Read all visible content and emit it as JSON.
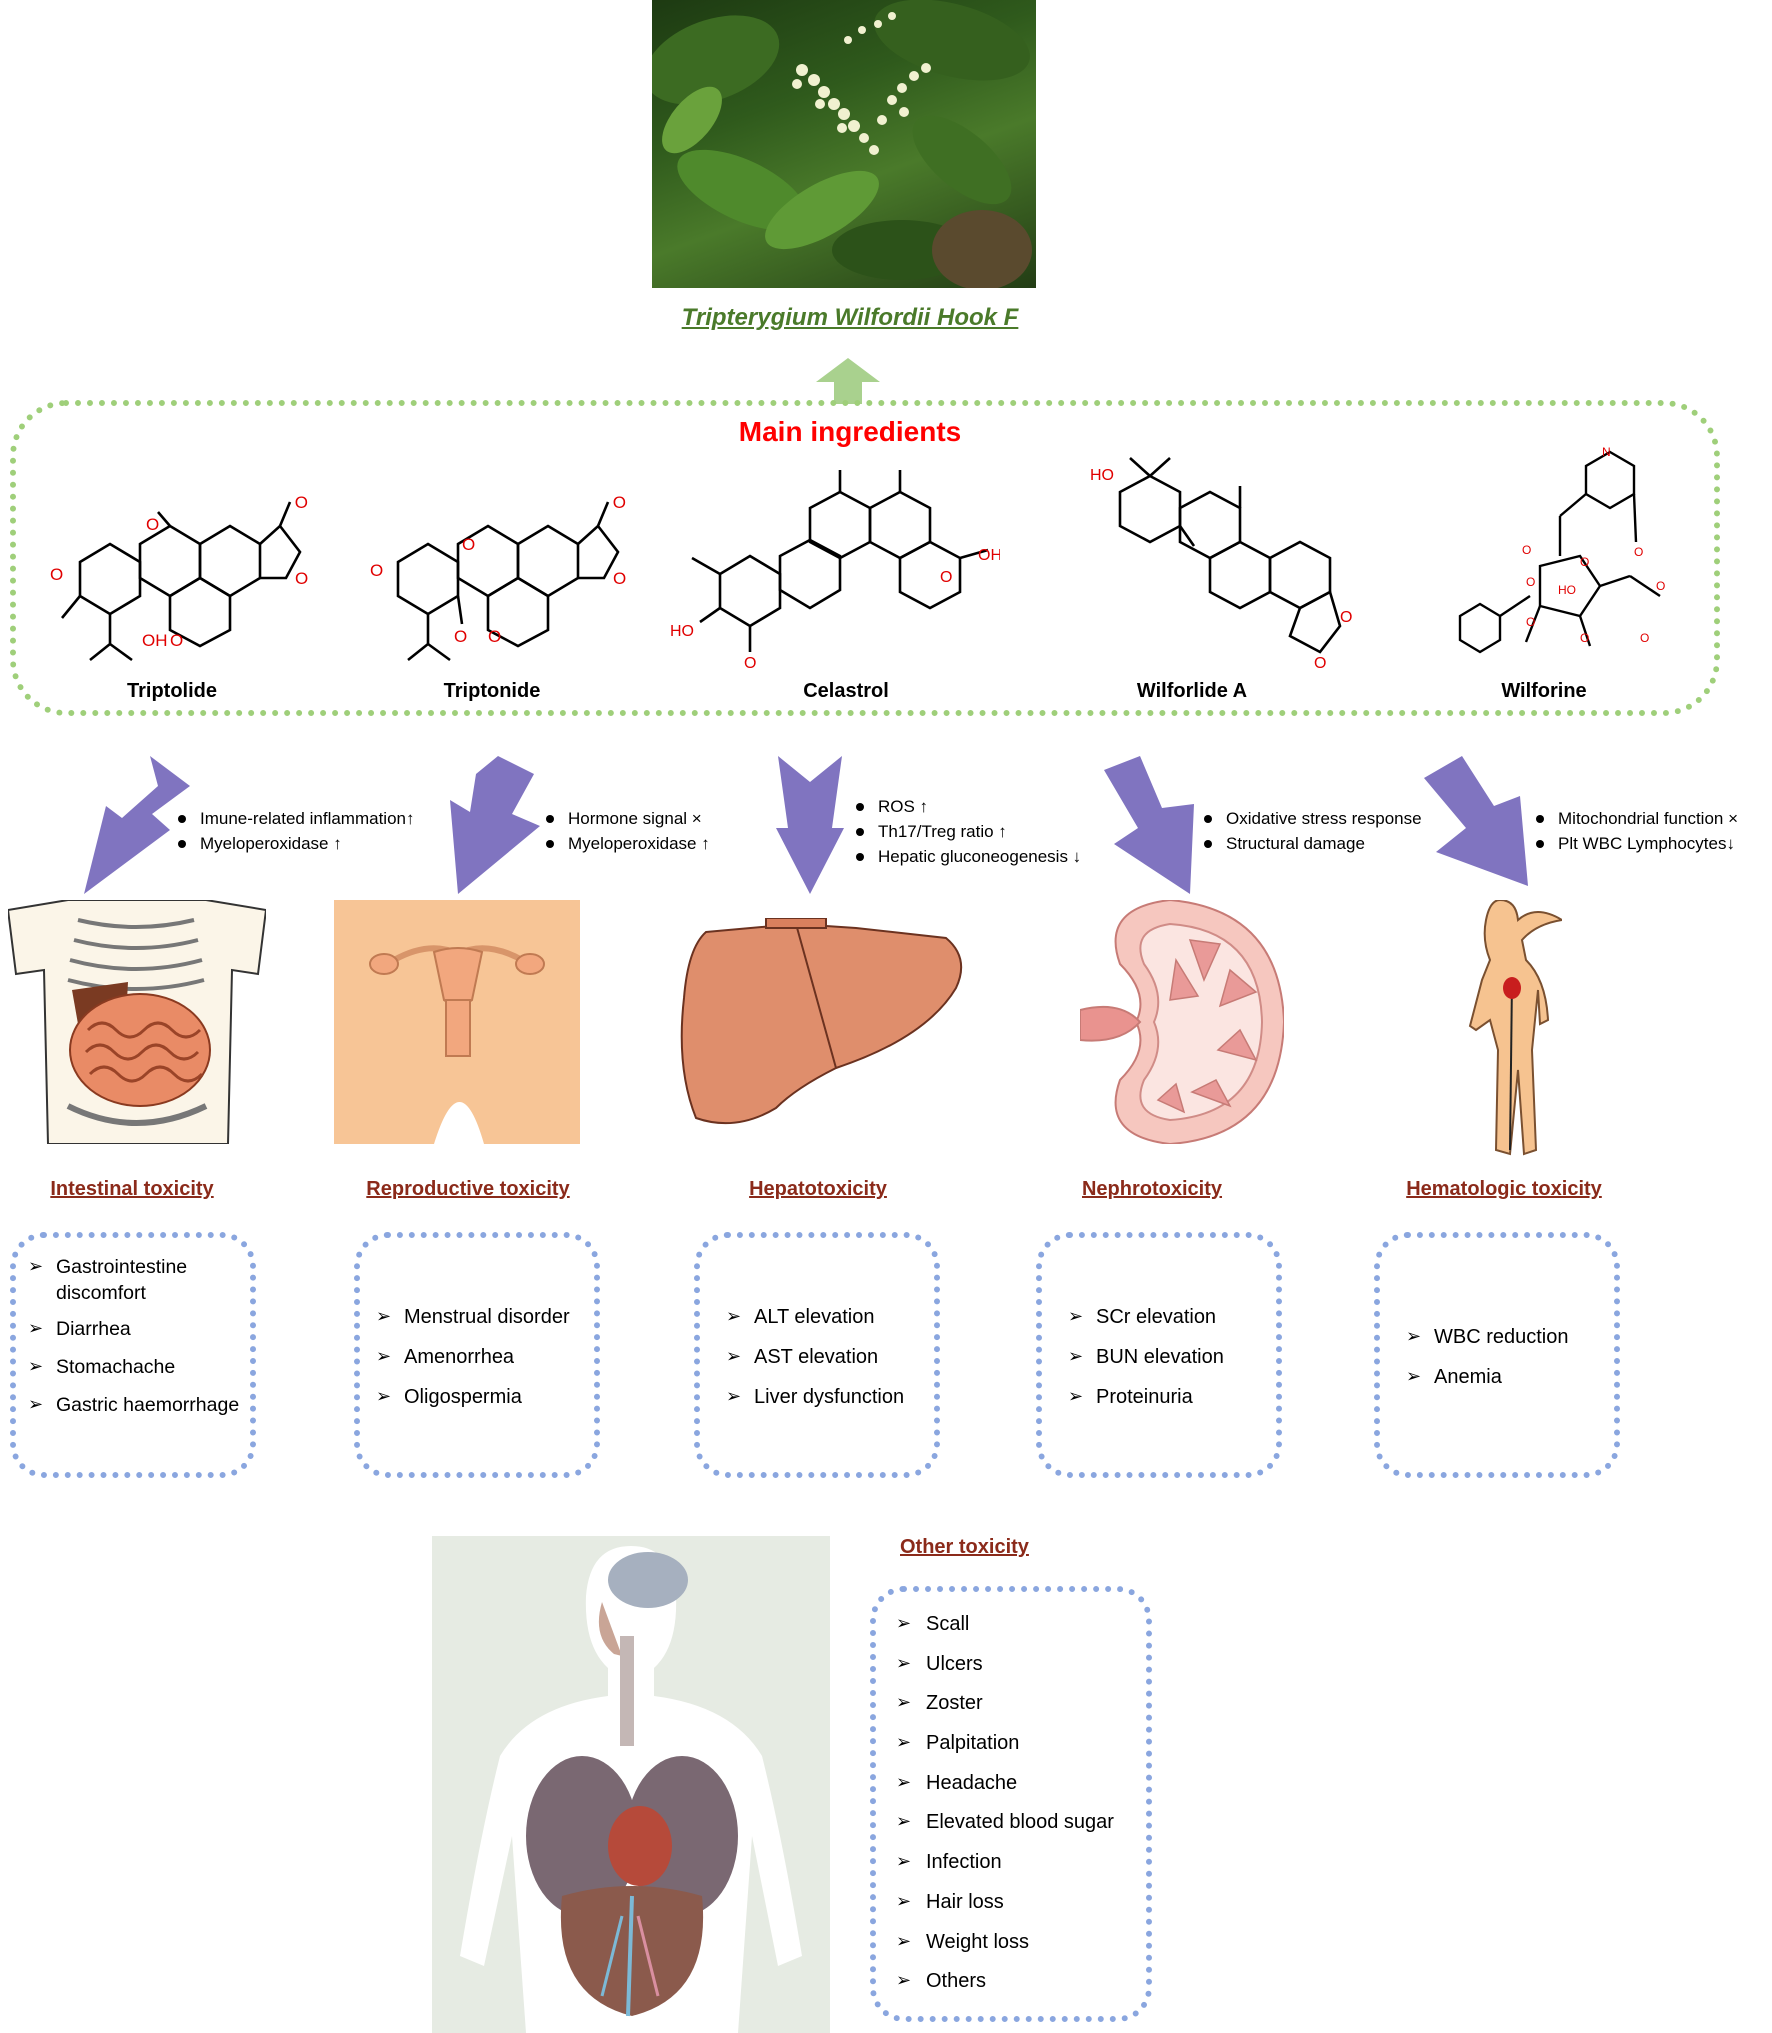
{
  "plant": {
    "name": "Tripterygium Wilfordii Hook F"
  },
  "ingredients": {
    "title": "Main ingredients",
    "compounds": [
      "Triptolide",
      "Triptonide",
      "Celastrol",
      "Wilforlide A",
      "Wilforine"
    ],
    "atom_labels": {
      "oxygen": "O",
      "hydroxyl": "OH",
      "hydroxyl_left": "HO",
      "carboxyl": "OH",
      "nitrogen": "N"
    }
  },
  "mechanisms": [
    {
      "items": [
        "Imune-related  inflammation↑",
        "Myeloperoxidase ↑"
      ]
    },
    {
      "items": [
        "Hormone signal ×",
        "Myeloperoxidase ↑"
      ]
    },
    {
      "items": [
        "ROS ↑",
        "Th17/Treg ratio ↑",
        "Hepatic gluconeogenesis ↓"
      ]
    },
    {
      "items": [
        "Oxidative stress response",
        "Structural damage"
      ]
    },
    {
      "items": [
        "Mitochondrial function ×",
        "Plt WBC Lymphocytes↓"
      ]
    }
  ],
  "toxicities": [
    {
      "title": "Intestinal toxicity",
      "symptoms": [
        "Gastrointestine discomfort",
        " Diarrhea",
        "Stomachache",
        "Gastric haemorrhage"
      ]
    },
    {
      "title": "Reproductive toxicity",
      "symptoms": [
        "Menstrual disorder",
        "Amenorrhea",
        "Oligospermia"
      ]
    },
    {
      "title": "Hepatotoxicity ",
      "symptoms": [
        "ALT elevation",
        "AST elevation",
        "Liver dysfunction"
      ]
    },
    {
      "title": "Nephrotoxicity",
      "symptoms": [
        "SCr elevation",
        "BUN elevation",
        "Proteinuria"
      ]
    },
    {
      "title": "Hematologic toxicity",
      "symptoms": [
        "WBC reduction",
        "Anemia"
      ]
    }
  ],
  "other": {
    "title": "Other toxicity ",
    "symptoms": [
      "Scall",
      "Ulcers",
      "Zoster",
      "Palpitation",
      "Headache",
      "Elevated blood sugar",
      "Infection",
      "Hair loss",
      "Weight loss",
      "Others"
    ]
  },
  "colors": {
    "arrow": "#8074c0",
    "up_arrow": "#a9d18e",
    "title_red": "#ff0000",
    "plant_green": "#4a7a2a",
    "tox_title": "#8b2a1a",
    "box_blue": "#8aa6df",
    "box_green": "#9fcf7a"
  }
}
